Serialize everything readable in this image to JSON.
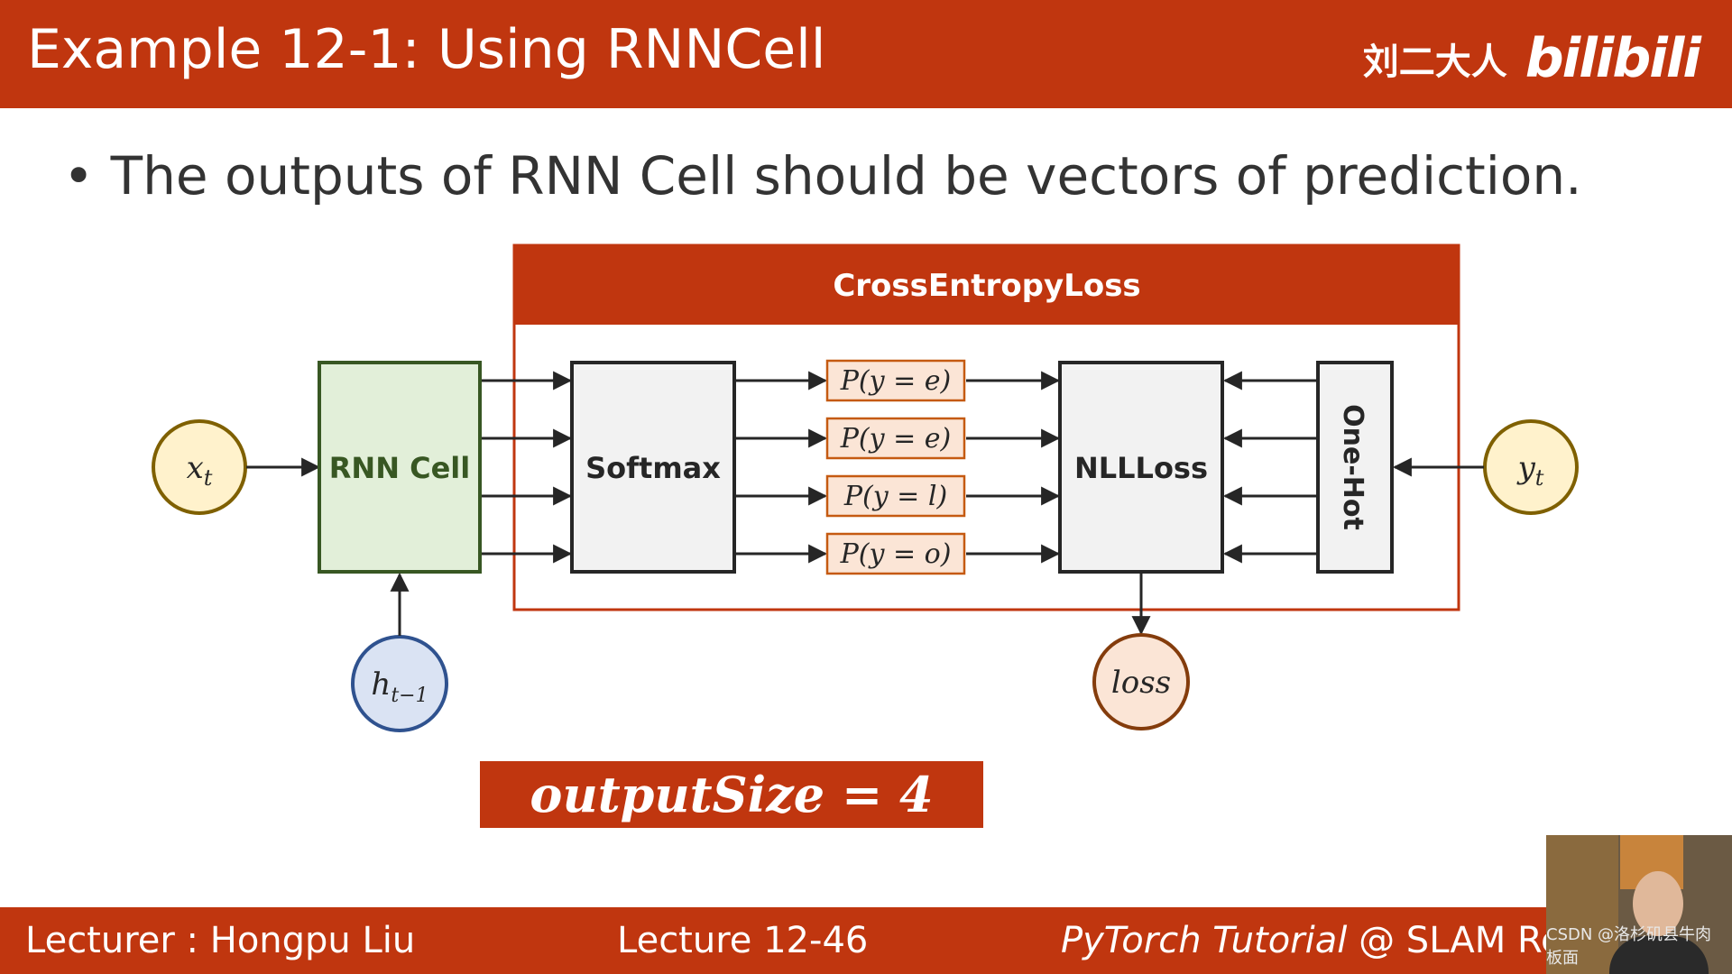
{
  "header": {
    "title": "Example 12-1: Using RNNCell",
    "brand_text": "刘二大人",
    "brand_logo": "bilibili"
  },
  "bullet": "The outputs of RNN Cell should be vectors of prediction.",
  "diagram": {
    "x_in": "x",
    "x_sub": "t",
    "h_prev": "h",
    "h_sub": "t−1",
    "rnn_cell": "RNN Cell",
    "group_title": "CrossEntropyLoss",
    "softmax": "Softmax",
    "probs": [
      "P(y = e)",
      "P(y = e)",
      "P(y = l)",
      "P(y = o)"
    ],
    "nllloss": "NLLLoss",
    "onehot": "One-Hot",
    "y_in": "y",
    "y_sub": "t",
    "loss": "loss"
  },
  "output_size": "outputSize =  4",
  "footer": {
    "lecturer": "Lecturer : Hongpu Liu",
    "lecture": "Lecture 12-46",
    "course_italic": "PyTorch Tutorial",
    "course_rest": " @ SLAM Resea"
  },
  "watermark": "CSDN @洛杉矶县牛肉板面",
  "colors": {
    "accent": "#c0360f",
    "rnn_fill": "#e2efd9",
    "rnn_stroke": "#385723",
    "input_fill": "#fff2cc",
    "input_stroke": "#7f6000",
    "hidden_fill": "#dae3f3",
    "hidden_stroke": "#2f528f",
    "loss_fill": "#fbe5d6",
    "loss_stroke": "#843c0c",
    "prob_fill": "#fbe5d6",
    "prob_stroke": "#c55a11",
    "box_fill": "#f2f2f2",
    "box_stroke": "#262626"
  }
}
